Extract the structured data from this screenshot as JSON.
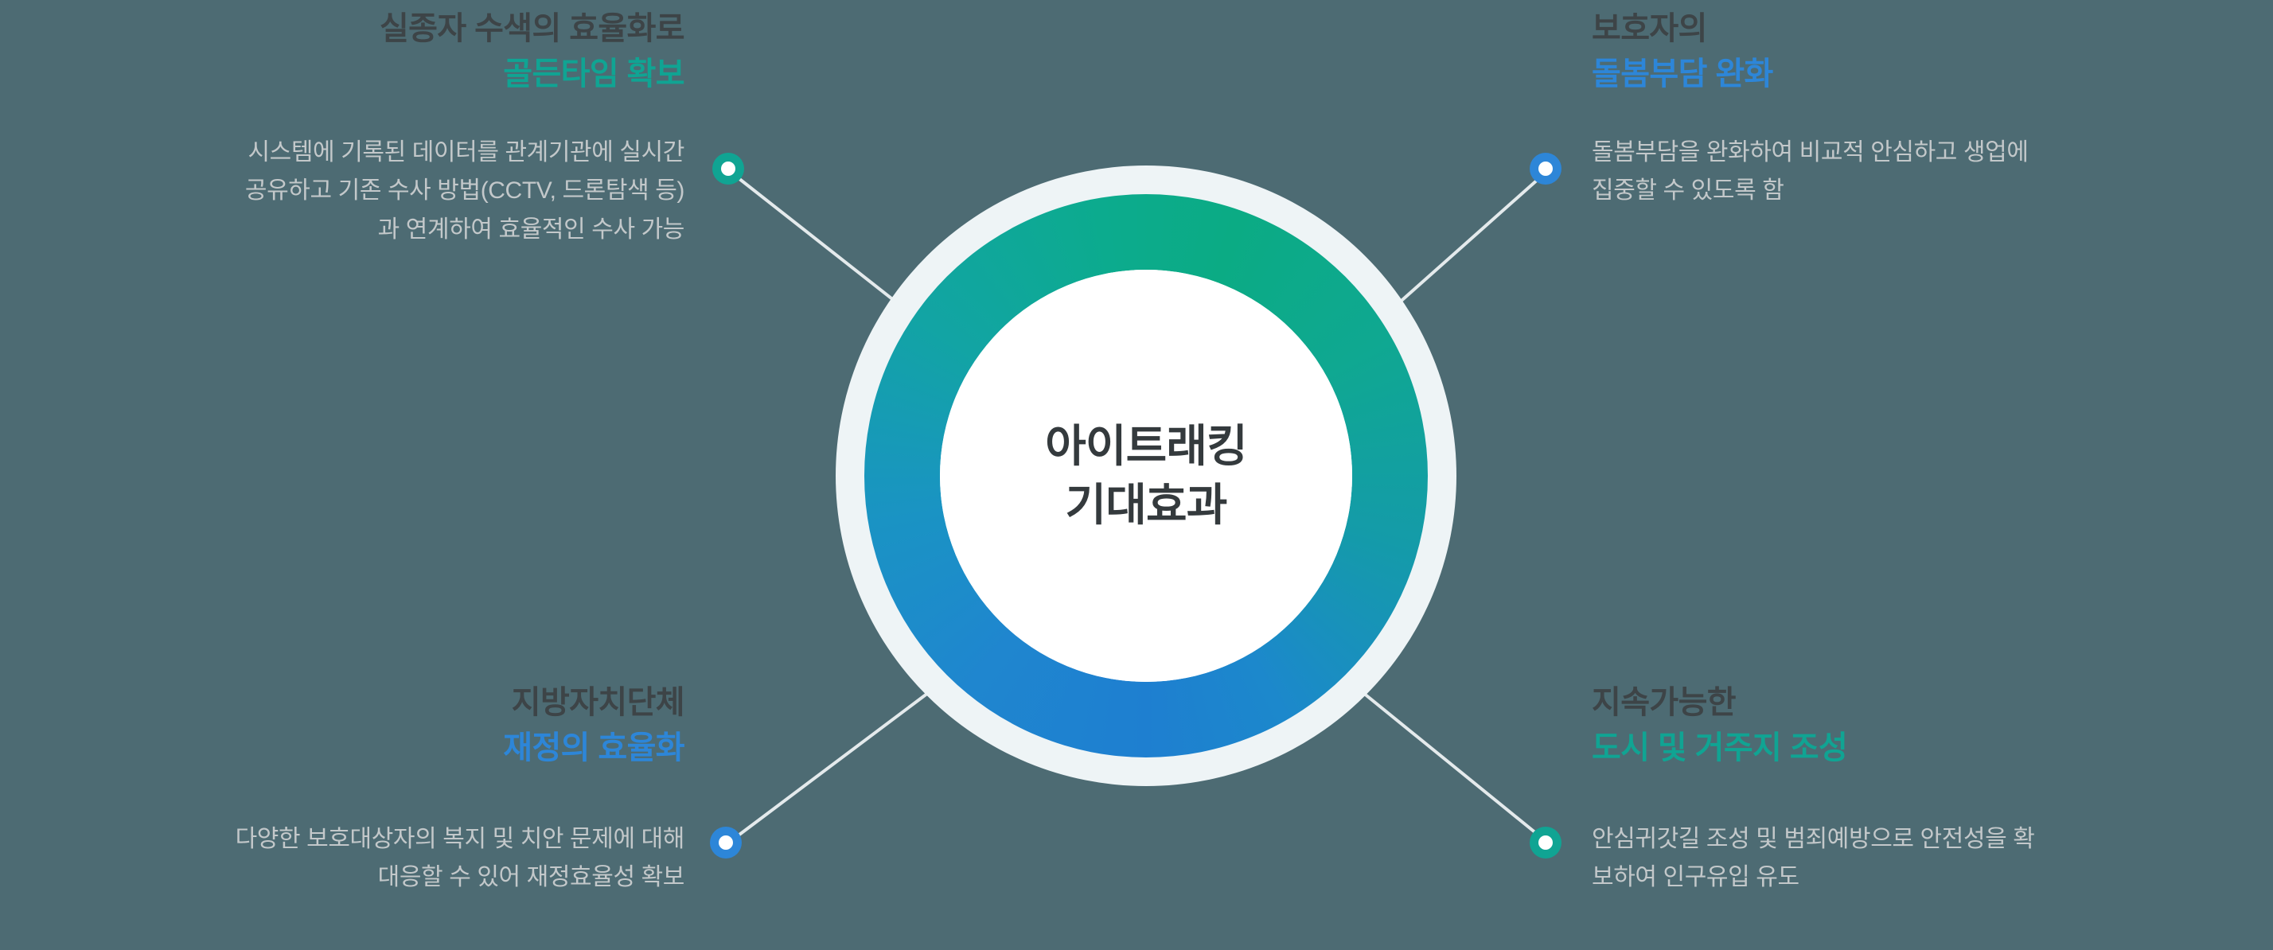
{
  "theme": {
    "background": "#4d6b73",
    "heading_color": "#3d4447",
    "body_color": "#c3c8ca",
    "accent_green": "#10a493",
    "accent_blue": "#2d86d8",
    "hub_halo": "#eef4f6",
    "hub_core": "#ffffff",
    "connector_line": "#e4eaec"
  },
  "center": {
    "title_line1": "아이트래킹",
    "title_line2": "기대효과"
  },
  "quadrants": {
    "top_left": {
      "heading_line1": "실종자 수색의 효율화로",
      "heading_line2": "골든타임 확보",
      "heading_accent": "green",
      "body": "시스템에 기록된 데이터를 관계기관에 실시간\n공유하고 기존 수사 방법(CCTV, 드론탐색 등)\n과 연계하여 효율적인 수사 가능",
      "dot_color": "green"
    },
    "top_right": {
      "heading_line1": "보호자의",
      "heading_line2": "돌봄부담 완화",
      "heading_accent": "blue",
      "body": "돌봄부담을 완화하여 비교적 안심하고 생업에\n집중할 수 있도록 함",
      "dot_color": "blue"
    },
    "bottom_left": {
      "heading_line1": "지방자치단체",
      "heading_line2": "재정의 효율화",
      "heading_accent": "blue",
      "body": "다양한 보호대상자의 복지 및 치안 문제에 대해\n대응할 수 있어 재정효율성 확보",
      "dot_color": "blue"
    },
    "bottom_right": {
      "heading_line1": "지속가능한",
      "heading_line2": "도시 및 거주지 조성",
      "heading_accent": "green",
      "body": "안심귀갓길 조성 및 범죄예방으로 안전성을 확\n보하여 인구유입 유도",
      "dot_color": "green"
    }
  }
}
